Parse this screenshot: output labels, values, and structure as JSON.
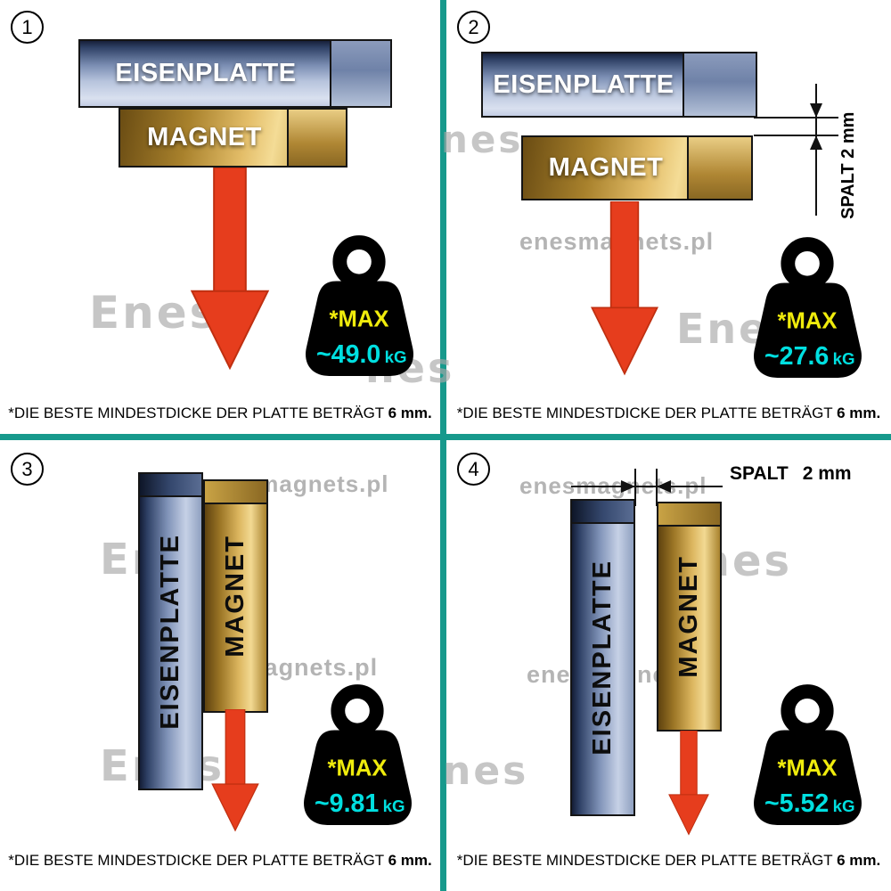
{
  "colors": {
    "divider": "#17998c",
    "arrow": "#e63d1d",
    "max_text": "#f0ec0c",
    "value_text": "#00dfe0",
    "plate_dark": "#2f4166",
    "plate_light": "#d9e0ef",
    "magnet_dark": "#6a4c13",
    "magnet_light": "#f4dc96"
  },
  "watermarks": {
    "site": "enesmagnets.pl",
    "logo": "Enes",
    "logo_short": "nes"
  },
  "panels": [
    {
      "number": "1",
      "plate_label": "EISENPLATTE",
      "magnet_label": "MAGNET",
      "weight": {
        "max": "*MAX",
        "value": "~49.0",
        "unit": "kG"
      },
      "note": "*DIE BESTE MINDESTDICKE DER PLATTE BETRÄGT",
      "note_bold": "6 mm."
    },
    {
      "number": "2",
      "plate_label": "EISENPLATTE",
      "magnet_label": "MAGNET",
      "gap_label": "SPALT 2 mm",
      "weight": {
        "max": "*MAX",
        "value": "~27.6",
        "unit": "kG"
      },
      "note": "*DIE BESTE MINDESTDICKE DER PLATTE BETRÄGT",
      "note_bold": "6 mm."
    },
    {
      "number": "3",
      "plate_label": "EISENPLATTE",
      "magnet_label": "MAGNET",
      "weight": {
        "max": "*MAX",
        "value": "~9.81",
        "unit": "kG"
      },
      "note": "*DIE BESTE MINDESTDICKE DER PLATTE BETRÄGT",
      "note_bold": "6 mm."
    },
    {
      "number": "4",
      "plate_label": "EISENPLATTE",
      "magnet_label": "MAGNET",
      "gap_label": "SPALT",
      "gap_value": "2 mm",
      "weight": {
        "max": "*MAX",
        "value": "~5.52",
        "unit": "kG"
      },
      "note": "*DIE BESTE MINDESTDICKE DER PLATTE BETRÄGT",
      "note_bold": "6 mm."
    }
  ]
}
